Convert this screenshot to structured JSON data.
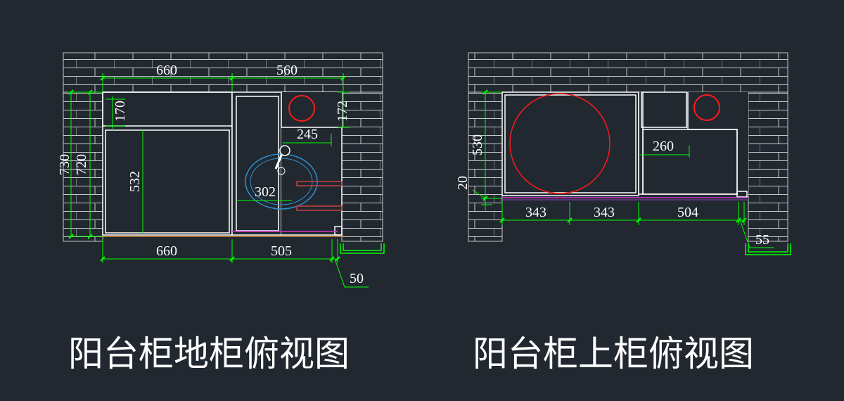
{
  "drawings": [
    {
      "title": "阳台柜地柜俯视图",
      "dims": {
        "top_left": "660",
        "top_right": "560",
        "outer_height": "730",
        "inner_height": "720",
        "top_shelf": "170",
        "lower_space": "532",
        "right_top": "172",
        "step": "245",
        "basin": "302",
        "bottom_left": "660",
        "bottom_right": "505",
        "gap": "50"
      }
    },
    {
      "title": "阳台柜上柜俯视图",
      "dims": {
        "height": "530",
        "base": "20",
        "inner": "260",
        "seg1": "343",
        "seg2": "343",
        "seg3": "504",
        "gap": "55"
      }
    }
  ],
  "colors": {
    "background": "#212830",
    "wall": "#c8c8c8",
    "cabinet": "#ffffff",
    "dimension": "#00ff00",
    "circle": "#ff1a1a",
    "basin": "#2f8fd0",
    "pipe": "#c84040",
    "base_strip": "#cc33cc",
    "floor_line": "#d8893a"
  }
}
